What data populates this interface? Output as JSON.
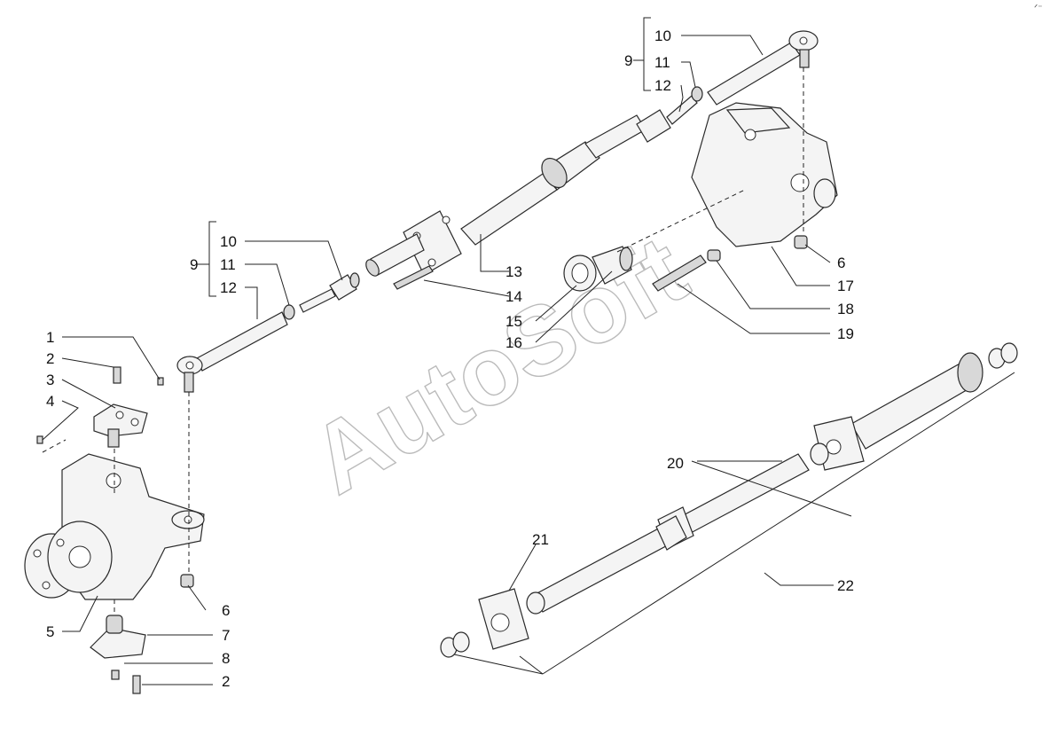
{
  "watermark": "AutoSoft",
  "corner_mark": "ᐟ⁻",
  "callouts": {
    "c1": "1",
    "c2_top": "2",
    "c2_bottom": "2",
    "c3": "3",
    "c4": "4",
    "c5": "5",
    "c6_left": "6",
    "c6_right": "6",
    "c7": "7",
    "c8": "8",
    "c9_left": "9",
    "c9_right": "9",
    "c10_left": "10",
    "c10_right": "10",
    "c11_left": "11",
    "c11_right": "11",
    "c12_left": "12",
    "c12_right": "12",
    "c13": "13",
    "c14": "14",
    "c15": "15",
    "c16": "16",
    "c17": "17",
    "c18": "18",
    "c19": "19",
    "c20": "20",
    "c21": "21",
    "c22": "22"
  }
}
